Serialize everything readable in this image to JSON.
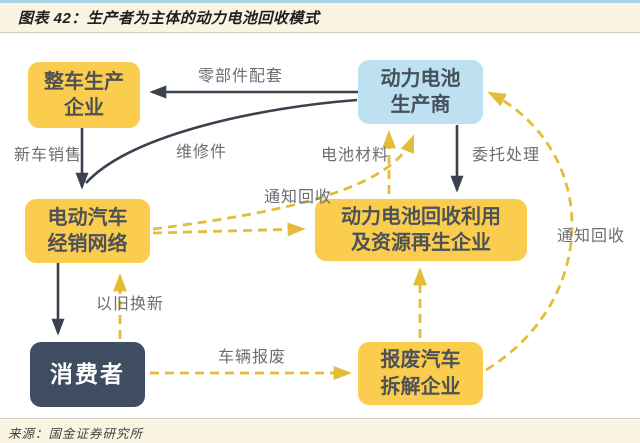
{
  "title": "图表 42：生产者为主体的动力电池回收模式",
  "source": "来源：国金证券研究所",
  "colors": {
    "node_yellow": "#facd4e",
    "node_blue": "#bee1f1",
    "node_navy": "#3f4d63",
    "arrow_solid": "#3a4250",
    "arrow_dashed": "#e3bc38",
    "frame_background": "#faf4e2",
    "canvas_background": "#ffffff",
    "top_accent_line": "#a9d2e4"
  },
  "nodes": [
    {
      "id": "vehicle-manufacturer",
      "label": "整车生产\n企业"
    },
    {
      "id": "battery-producer",
      "label": "动力电池\n生产商"
    },
    {
      "id": "ev-dealer-network",
      "label": "电动汽车\n经销网络"
    },
    {
      "id": "battery-recycler",
      "label": "动力电池回收利用\n及资源再生企业"
    },
    {
      "id": "consumer",
      "label": "消费者"
    },
    {
      "id": "scrap-dismantler",
      "label": "报废汽车\n拆解企业"
    }
  ],
  "edge_labels": [
    {
      "id": "parts-supply",
      "label": "零部件配套"
    },
    {
      "id": "new-car-sales",
      "label": "新车销售"
    },
    {
      "id": "repair-parts",
      "label": "维修件"
    },
    {
      "id": "battery-materials",
      "label": "电池材料"
    },
    {
      "id": "entrusted-processing",
      "label": "委托处理"
    },
    {
      "id": "notify-recycle-mid",
      "label": "通知回收"
    },
    {
      "id": "notify-recycle-right",
      "label": "通知回收"
    },
    {
      "id": "trade-in",
      "label": "以旧换新"
    },
    {
      "id": "vehicle-scrapping",
      "label": "车辆报废"
    }
  ]
}
